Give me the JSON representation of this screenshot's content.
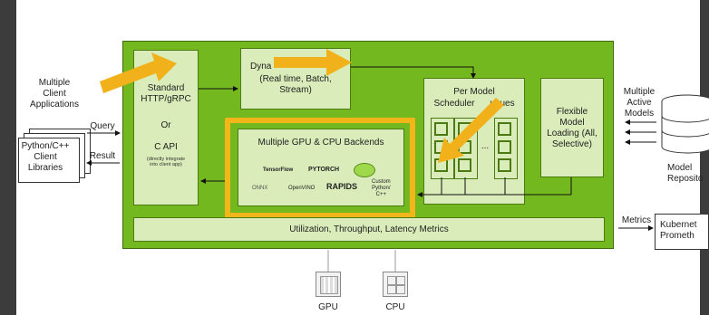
{
  "clients": {
    "label": "Multiple\nClient\nApplications",
    "libraries_label": "Python/C++\nClient\nLibraries",
    "query_label": "Query",
    "result_label": "Result"
  },
  "server": {
    "api_box": {
      "line1": "Standard\nHTTP/gRPC",
      "or": "Or",
      "capi": "C API",
      "note": "(directly integrate\ninto client app)"
    },
    "dynamic_box": {
      "title_visible": "Dyna",
      "subtitle": "(Real time, Batch,\nStream)"
    },
    "backends": {
      "title": "Multiple GPU & CPU Backends",
      "logos": [
        "TensorFlow",
        "PYTORCH",
        "ONNX",
        "OpenVINO",
        "RAPIDS",
        "Custom\nPython/\nC++"
      ]
    },
    "scheduler": {
      "title_a": "Per Model",
      "title_b": "Scheduler",
      "title_c": "ueues",
      "dots": "..."
    },
    "loading": {
      "label": "Flexible\nModel\nLoading (All,\nSelective)"
    },
    "metrics_bar": {
      "label": "Utilization, Throughput, Latency Metrics"
    }
  },
  "right": {
    "active_models": "Multiple\nActive\nModels",
    "repository": "Model\nReposito",
    "metrics_label": "Metrics",
    "export_box": "Kubernet\nPrometh"
  },
  "hardware": {
    "gpu_label": "GPU",
    "cpu_label": "CPU"
  },
  "colors": {
    "outer_green": "#74b81f",
    "inner_box": "#d9ecb9",
    "highlight_yellow": "#f2b61a",
    "arrow_yellow": "#f1b11a"
  }
}
